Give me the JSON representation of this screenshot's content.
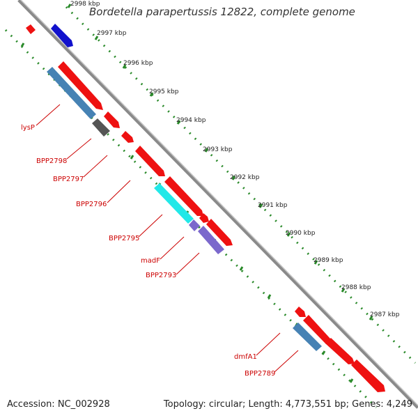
{
  "title": "Bordetella parapertussis 12822, complete genome",
  "accession_text": "Accession: NC_002928",
  "topology_text": "Topology: circular; Length: 4,773,551 bp; Genes: 4,249",
  "colors": {
    "backbone": "#888888",
    "tick": "#2a8a2a",
    "gene_forward": "#ee1111",
    "gene_blue": "#1111cc",
    "gene_steel": "#4682b4",
    "gene_gray": "#555555",
    "gene_cyan": "#22e8e8",
    "gene_purple": "#7b68cc",
    "label": "#cc0000"
  },
  "scale_labels": [
    "2998 kbp",
    "2997 kbp",
    "2996 kbp",
    "2995 kbp",
    "2994 kbp",
    "2993 kbp",
    "2992 kbp",
    "2991 kbp",
    "2990 kbp",
    "2989 kbp",
    "2988 kbp",
    "2987 kbp"
  ],
  "gene_labels": [
    "lysP",
    "BPP2798",
    "BPP2797",
    "BPP2796",
    "BPP2795",
    "madF",
    "BPP2793",
    "dmfA1",
    "BPP2789"
  ]
}
